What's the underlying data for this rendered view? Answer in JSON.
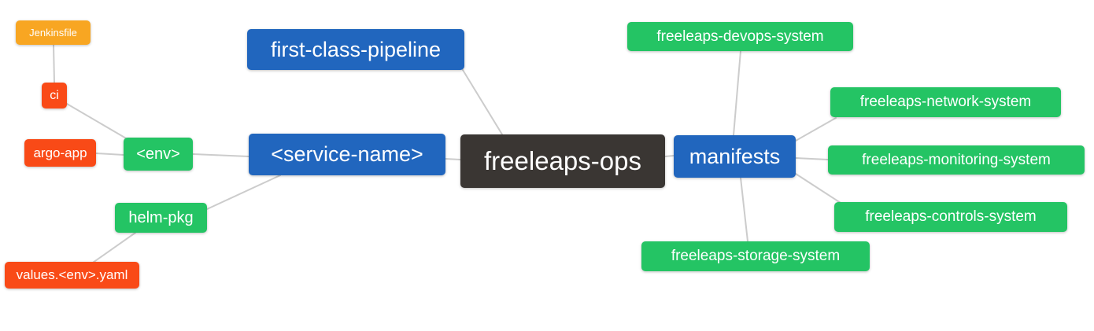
{
  "diagram": {
    "title": "freeleaps-ops mind map",
    "root": "freeleaps-ops",
    "palette": {
      "blue": "#2166BE",
      "green": "#24C464",
      "red": "#F94A17",
      "orange": "#F8A622",
      "dark": "#3A3633",
      "edge": "#CCCCCC",
      "text": "#FFFFFF",
      "background": "#FFFFFF"
    },
    "nodes": {
      "jenkinsfile": {
        "label": "Jenkinsfile",
        "color": "#F8A622"
      },
      "ci": {
        "label": "ci",
        "color": "#F94A17"
      },
      "argo_app": {
        "label": "argo-app",
        "color": "#F94A17"
      },
      "env": {
        "label": "<env>",
        "color": "#24C464"
      },
      "helm_pkg": {
        "label": "helm-pkg",
        "color": "#24C464"
      },
      "values_yaml": {
        "label": "values.<env>.yaml",
        "color": "#F94A17"
      },
      "pipeline": {
        "label": "first-class-pipeline",
        "color": "#2166BE"
      },
      "service_name": {
        "label": "<service-name>",
        "color": "#2166BE"
      },
      "ops": {
        "label": "freeleaps-ops",
        "color": "#3A3633"
      },
      "manifests": {
        "label": "manifests",
        "color": "#2166BE"
      },
      "devops": {
        "label": "freeleaps-devops-system",
        "color": "#24C464"
      },
      "network": {
        "label": "freeleaps-network-system",
        "color": "#24C464"
      },
      "monitoring": {
        "label": "freeleaps-monitoring-system",
        "color": "#24C464"
      },
      "controls": {
        "label": "freeleaps-controls-system",
        "color": "#24C464"
      },
      "storage": {
        "label": "freeleaps-storage-system",
        "color": "#24C464"
      }
    },
    "edges": [
      "jenkinsfile - ci",
      "ci - env",
      "argo_app - env",
      "env - service_name",
      "service_name - helm_pkg",
      "helm_pkg - values_yaml",
      "pipeline - ops",
      "service_name - ops",
      "ops - manifests",
      "manifests - devops",
      "manifests - network",
      "manifests - monitoring",
      "manifests - controls",
      "manifests - storage"
    ]
  }
}
